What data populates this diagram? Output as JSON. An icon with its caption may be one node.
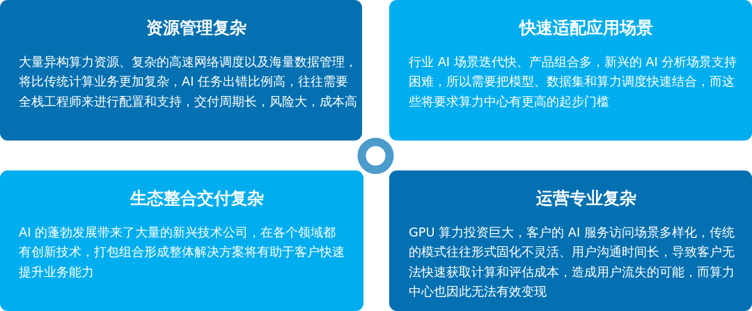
{
  "diagram": {
    "nodes": [
      {
        "text": [
          "资源管理复杂",
          "大量异构算力资源、复杂的高速网络调度以及海量数据管理，将比传统计算业务更加复杂，AI 任务出错比例高，往往需要全栈工程师来进行配置和支持，交付周期长，风险大，成本高"
        ]
      },
      {
        "text": [
          "快速适配应用场景",
          "行业 AI 场景迭代快、产品组合多，新兴的 AI 分析场景支持困难，所以需要把模型、数据集和算力调度快速结合，而这些将要求算力中心有更高的起步门槛"
        ]
      },
      {
        "text": [
          "生态整合交付复杂",
          "AI 的蓬勃发展带来了大量的新兴技术公司，在各个领域都有创新技术，打包组合形成整体解决方案将有助于客户快速提升业务能力"
        ]
      },
      {
        "text": [
          "运营专业复杂",
          "GPU 算力投资巨大，客户的 AI 服务访问场景多样化，传统的模式往往形式固化不灵活、用户沟通时间长，导致客户无法快速获取计算和评估成本，造成用户流失的可能，而算力中心也因此无法有效变现"
        ]
      }
    ]
  }
}
